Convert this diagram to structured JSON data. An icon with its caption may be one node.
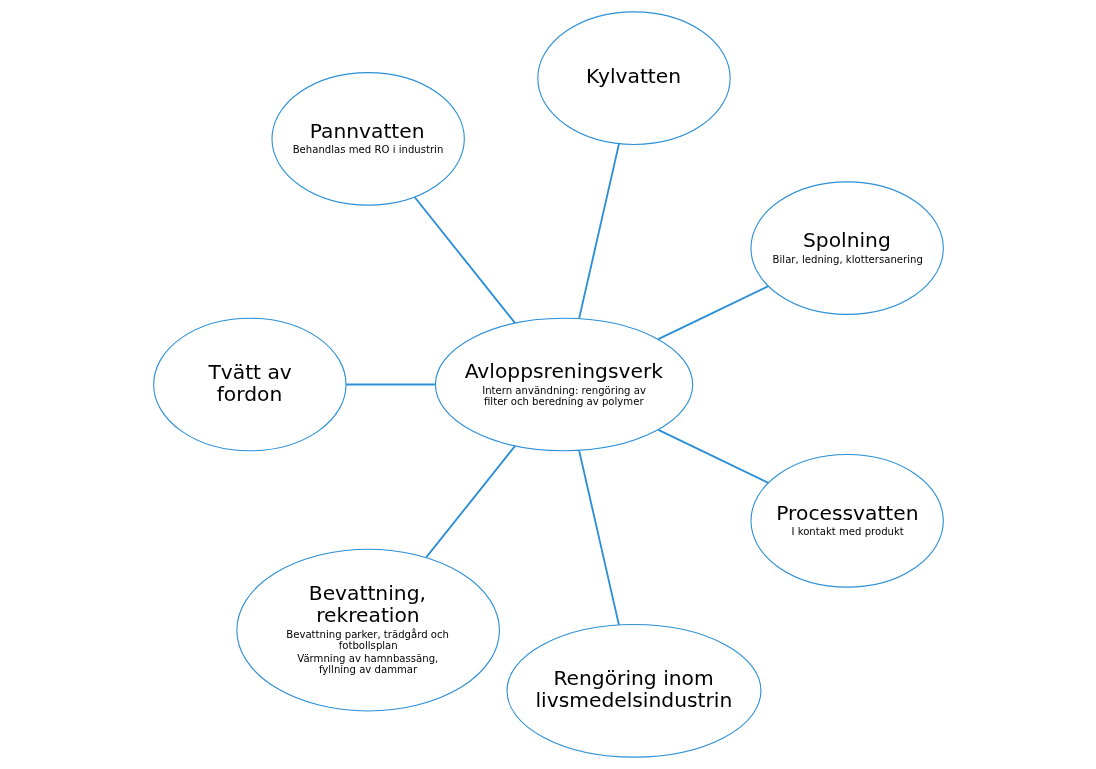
{
  "diagram": {
    "nodes": [
      {
        "text": [
          "Spolning",
          "Bilar, ledning, klottersanering"
        ]
      },
      {
        "text": [
          "Kylvatten"
        ]
      },
      {
        "text": [
          "Pannvatten",
          "Behandlas med RO i industrin"
        ]
      },
      {
        "text": [
          "Tvätt av fordon"
        ]
      },
      {
        "text": [
          "Avloppsreningsverk",
          "Intern användning: rengöring av filter och beredning av polymer"
        ]
      },
      {
        "text": [
          "Bevattning, rekreation",
          "Bevattning parker, trädgård och fotbollsplan",
          "Värmning av hamnbassäng, fyllning av dammar"
        ]
      },
      {
        "text": [
          "Rengöring inom livsmedelsindustrin"
        ]
      },
      {
        "text": [
          "Processvatten",
          "I kontakt med produkt"
        ]
      }
    ],
    "edges": [
      {
        "from": 4,
        "to": 0,
        "arrow": "none"
      },
      {
        "from": 4,
        "to": 1,
        "arrow": "none"
      },
      {
        "from": 4,
        "to": 2,
        "arrow": "none"
      },
      {
        "from": 4,
        "to": 3,
        "arrow": "none"
      },
      {
        "from": 4,
        "to": 5,
        "arrow": "none"
      },
      {
        "from": 4,
        "to": 6,
        "arrow": "none"
      },
      {
        "from": 4,
        "to": 7,
        "arrow": "none"
      }
    ]
  }
}
